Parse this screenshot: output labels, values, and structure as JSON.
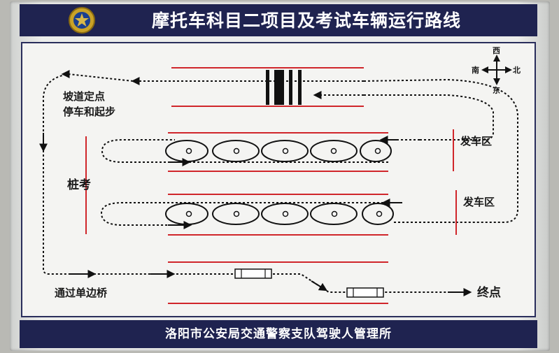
{
  "title": "摩托车科目二项目及考试车辆运行路线",
  "footer": "洛阳市公安局交通警察支队驾驶人管理所",
  "compass": {
    "west": "西",
    "south": "南",
    "north": "北",
    "east": "东"
  },
  "labels": {
    "ramp_line1": "坡道定点",
    "ramp_line2": "停车和起步",
    "pile_test": "桩考",
    "start_zone_top": "发车区",
    "start_zone_bottom": "发车区",
    "bridge": "通过单边桥",
    "finish": "终点"
  },
  "colors": {
    "navy": "#1f2350",
    "red": "#d0262b",
    "line": "#111111"
  }
}
